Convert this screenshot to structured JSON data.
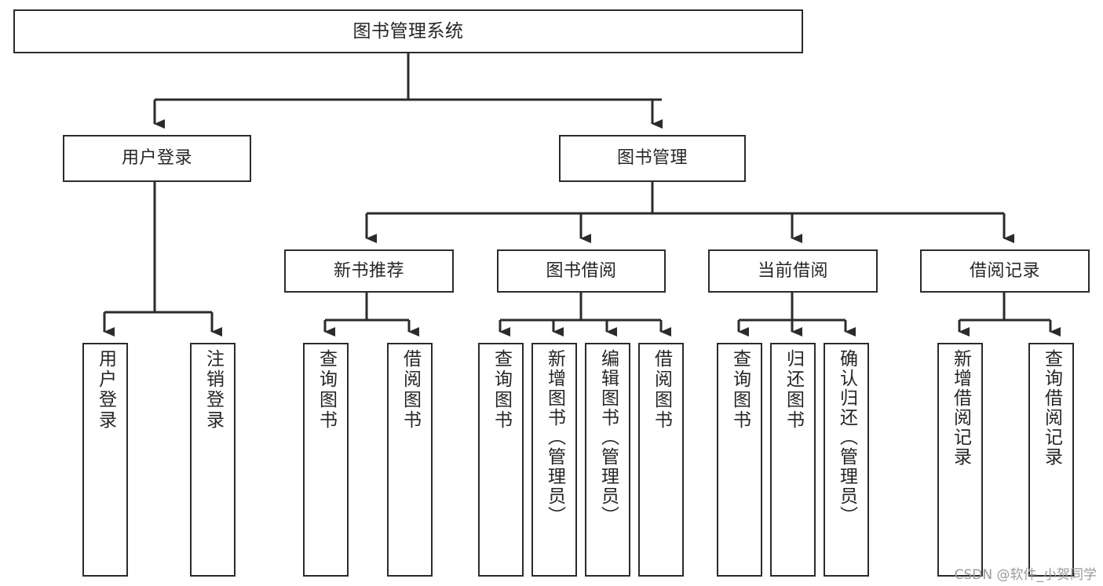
{
  "diagram": {
    "title": "图书管理系统",
    "type": "tree-hierarchy-diagram",
    "stroke_color": "#2b2b2b",
    "fill_color": "#ffffff",
    "text_color": "#262626",
    "root": {
      "label": "图书管理系统"
    },
    "level2": [
      {
        "label": "用户登录"
      },
      {
        "label": "图书管理"
      }
    ],
    "level3": [
      {
        "label": "新书推荐"
      },
      {
        "label": "图书借阅"
      },
      {
        "label": "当前借阅"
      },
      {
        "label": "借阅记录"
      }
    ],
    "leaves": {
      "user_login": [
        {
          "label": "用户登录"
        },
        {
          "label": "注销登录"
        }
      ],
      "new_book": [
        {
          "label": "查询图书"
        },
        {
          "label": "借阅图书"
        }
      ],
      "book_borrow": [
        {
          "label": "查询图书"
        },
        {
          "label": "新增图书（管理员）"
        },
        {
          "label": "编辑图书（管理员）"
        },
        {
          "label": "借阅图书"
        }
      ],
      "current_borrow": [
        {
          "label": "查询图书"
        },
        {
          "label": "归还图书"
        },
        {
          "label": "确认归还（管理员）"
        }
      ],
      "borrow_record": [
        {
          "label": "新增借阅记录"
        },
        {
          "label": "查询借阅记录"
        }
      ]
    }
  },
  "watermark": {
    "text": "CSDN @软件_小贺同学"
  }
}
